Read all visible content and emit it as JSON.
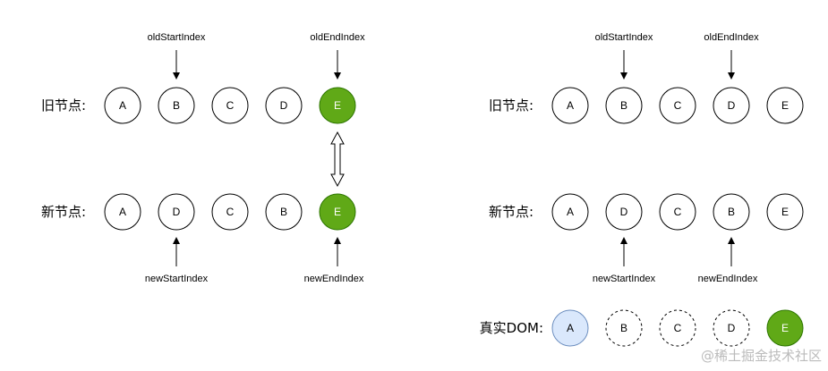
{
  "left": {
    "old_row_label": "旧节点:",
    "new_row_label": "新节点:",
    "old_nodes": [
      "A",
      "B",
      "C",
      "D",
      "E"
    ],
    "new_nodes": [
      "A",
      "D",
      "C",
      "B",
      "E"
    ],
    "old_start_label": "oldStartIndex",
    "old_end_label": "oldEndIndex",
    "new_start_label": "newStartIndex",
    "new_end_label": "newEndIndex"
  },
  "right": {
    "old_row_label": "旧节点:",
    "new_row_label": "新节点:",
    "real_dom_label": "真实DOM:",
    "old_nodes": [
      "A",
      "B",
      "C",
      "D",
      "E"
    ],
    "new_nodes": [
      "A",
      "D",
      "C",
      "B",
      "E"
    ],
    "real_dom_nodes": [
      "A",
      "B",
      "C",
      "D",
      "E"
    ],
    "old_start_label": "oldStartIndex",
    "old_end_label": "oldEndIndex",
    "new_start_label": "newStartIndex",
    "new_end_label": "newEndIndex"
  },
  "colors": {
    "highlight_green": "#60a917",
    "highlight_green_stroke": "#2d7600",
    "patched_blue": "#dae8fc",
    "patched_blue_stroke": "#6c8ebf"
  },
  "watermark": "@稀土掘金技术社区"
}
